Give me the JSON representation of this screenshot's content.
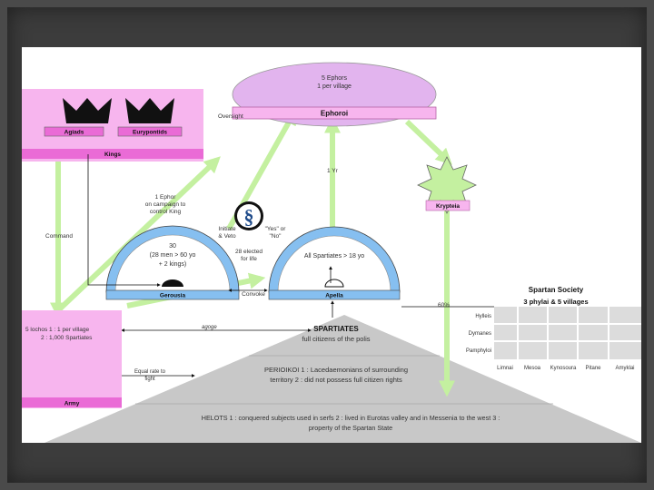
{
  "ephoroi": {
    "ellipse_line1": "5 Ephors",
    "ellipse_line2": "1 per village",
    "bar_label": "Ephoroi",
    "oversight_label": "Oversight",
    "term_label": "1 Yr"
  },
  "kings": {
    "king1": "Agiads",
    "king2": "Eurypontids",
    "bar_label": "Kings",
    "ephor_note_line1": "1 Ephor",
    "ephor_note_line2": "on campaign to",
    "ephor_note_line3": "control King",
    "command_label": "Command"
  },
  "krypteia": {
    "label": "Krypteia"
  },
  "gerousia": {
    "dome_line1": "30",
    "dome_line2": "(28 men > 60 yo",
    "dome_line3": "+ 2 kings)",
    "bar_label": "Gerousia",
    "initiate_line1": "Initiate",
    "initiate_line2": "& Veto",
    "elected_line1": "28 elected",
    "elected_line2": "for life",
    "yes_line1": "\"Yes\" or",
    "yes_line2": "\"No\"",
    "convoke_label": "Convoke"
  },
  "apella": {
    "dome_line1": "All Spartiates > 18 yo",
    "bar_label": "Apella"
  },
  "army": {
    "line1": "5 lochos   1 : 1 per village",
    "line2": "2 : 1,000 Spartiates",
    "bar_label": "Army",
    "agoge_label": "agoge",
    "fight_line1": "Equal rate to",
    "fight_line2": "fight"
  },
  "society": {
    "title": "Spartan Society",
    "subtitle": "3 phylai & 5 villages",
    "rows": [
      "Hylleis",
      "Dymanes",
      "Pamphyloi"
    ],
    "cols": [
      "Limnai",
      "Mesoa",
      "Kynosoura",
      "Pitane",
      "Amyklai"
    ],
    "sixty_label": "60%"
  },
  "spartiates": {
    "title": "SPARTIATES",
    "subtitle": "full citizens of the polis"
  },
  "perioikoi": {
    "line1": "PERIOIKOI  1 : Lacedaemonians of surrounding",
    "line2": "territory  2 : did not possess full citizen rights"
  },
  "helots": {
    "line1": "HELOTS  1 : conquered subjects used in serfs  2 : lived in Eurotas valley and in Messenia to the west  3 :",
    "line2": "property of the Spartan State"
  },
  "colors": {
    "pink": "#f7b5ee",
    "pink_dark": "#ea6bd6",
    "green": "#c4f0a0",
    "blue": "#86bff0",
    "gray": "#dcdcdc"
  }
}
